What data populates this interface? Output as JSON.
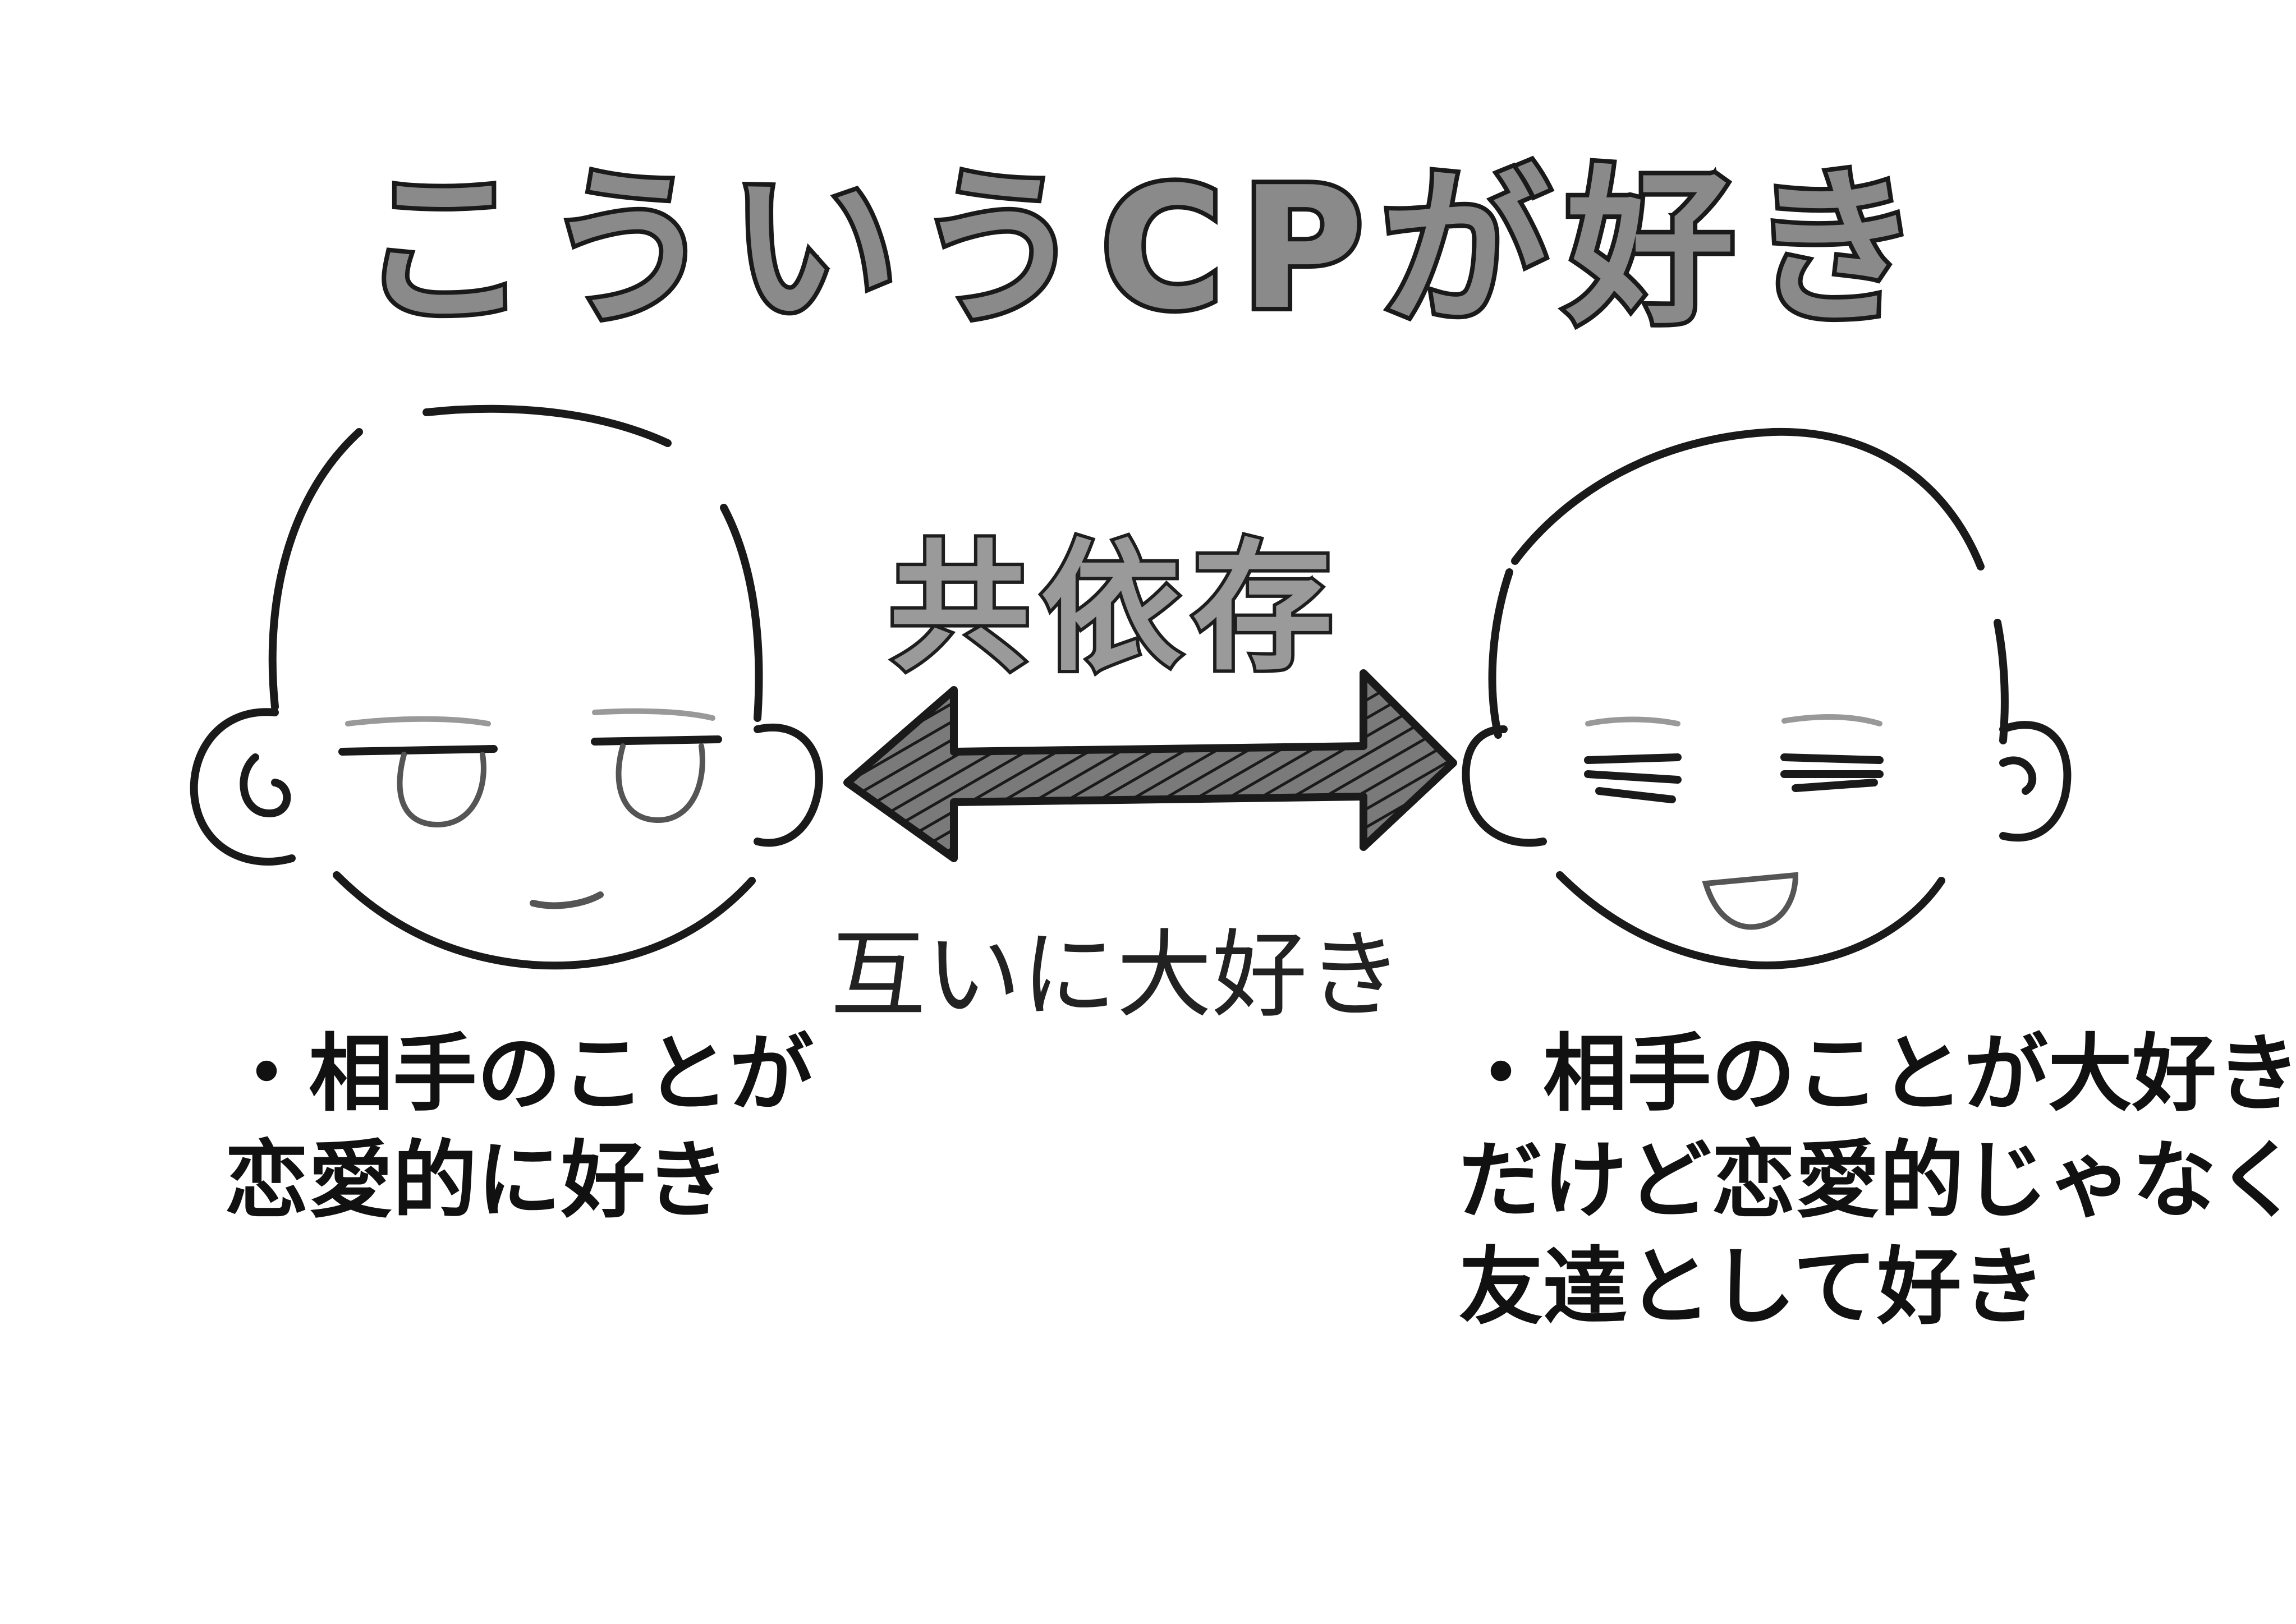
{
  "title": "こういうCPが好き",
  "center": {
    "label": "共依存",
    "sub": "互いに大好き"
  },
  "left_note": {
    "lines": [
      "・相手のことが",
      "恋愛的に好き"
    ]
  },
  "right_note": {
    "lines": [
      "・相手のことが大好き",
      "だけど恋愛的じゃなくて",
      "友達として好き"
    ]
  },
  "colors": {
    "ink": "#1a1a1a",
    "shade": "#8a8a8a",
    "background": "#ffffff"
  },
  "icons": [
    "double-arrow-icon"
  ]
}
